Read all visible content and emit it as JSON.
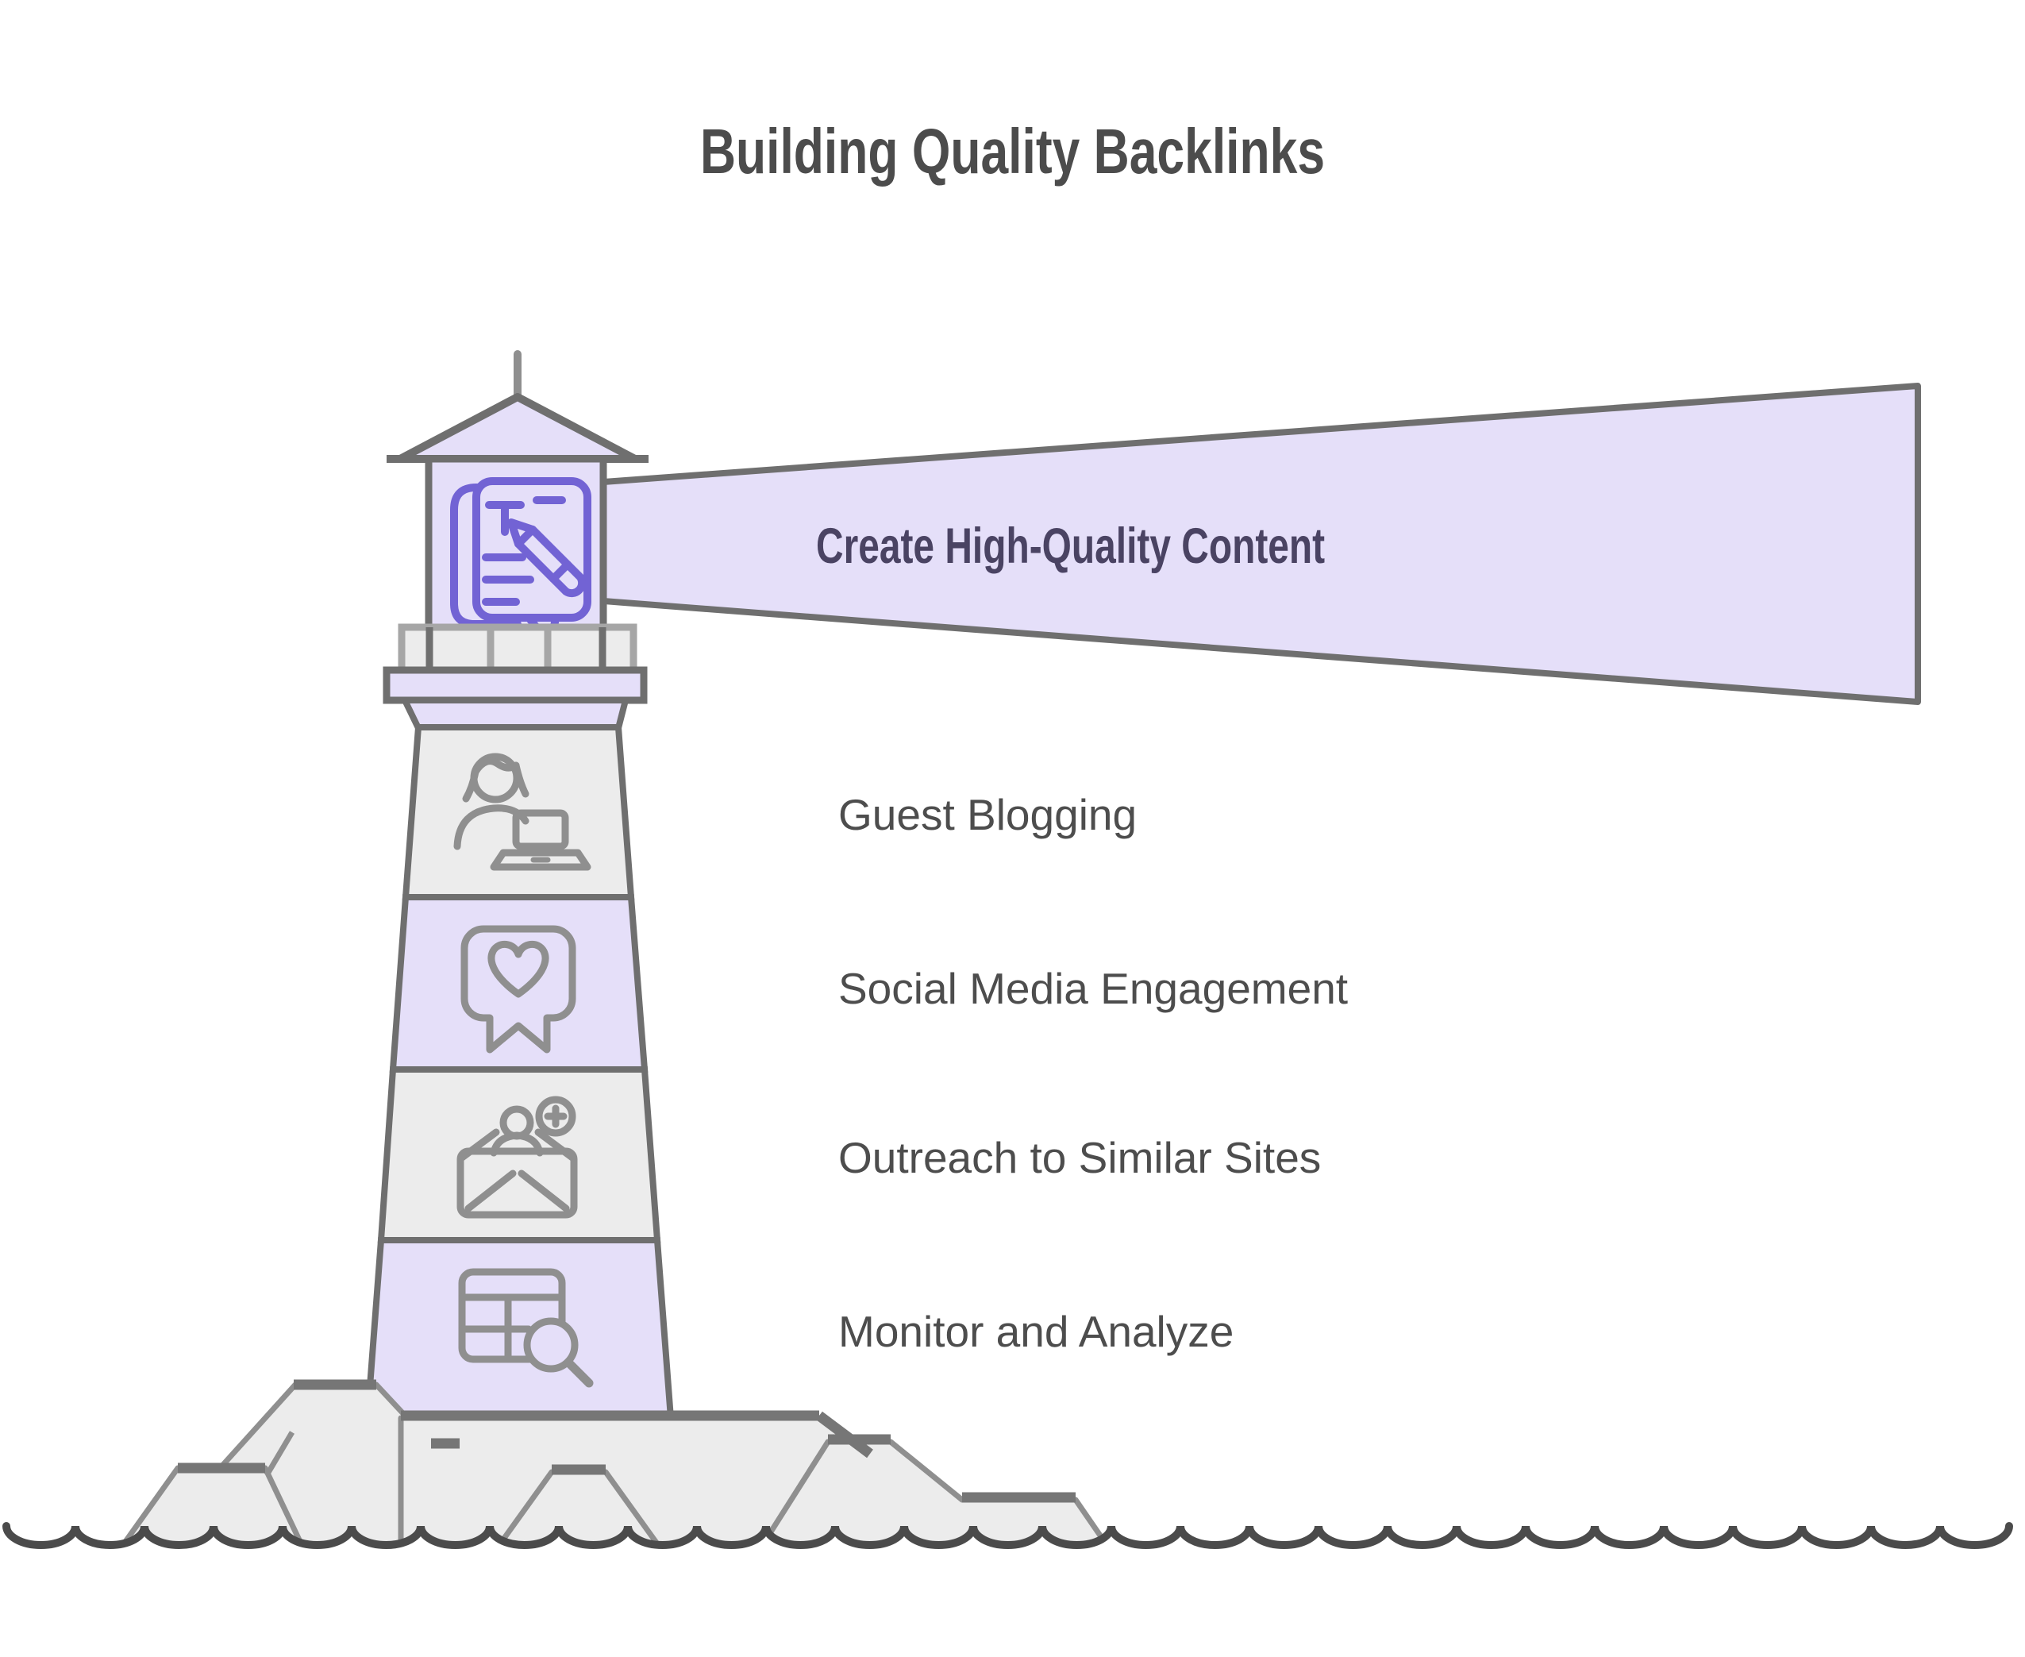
{
  "title": "Building Quality Backlinks",
  "steps": [
    {
      "label": "Create High-Quality Content",
      "icon": "document-pencil-icon",
      "emphasis": true
    },
    {
      "label": "Guest Blogging",
      "icon": "person-laptop-icon",
      "emphasis": false
    },
    {
      "label": "Social Media Engagement",
      "icon": "heart-message-icon",
      "emphasis": false
    },
    {
      "label": "Outreach to Similar Sites",
      "icon": "envelope-add-person-icon",
      "emphasis": false
    },
    {
      "label": "Monitor and Analyze",
      "icon": "table-magnifier-icon",
      "emphasis": false
    }
  ],
  "colors": {
    "accent_purple_fill": "#e5dff9",
    "light_gray_fill": "#ececec",
    "outline_dark": "#6f6f6f",
    "outline_light": "#a6a6a6",
    "icon_purple": "#7263d4",
    "icon_gray": "#8f8f8f",
    "rock_accent": "#767676",
    "wave_stroke": "#4b4b4b",
    "heading_text": "#4c4c4c",
    "label_text": "#4d4d4d",
    "beam_text": "#4a4363"
  }
}
